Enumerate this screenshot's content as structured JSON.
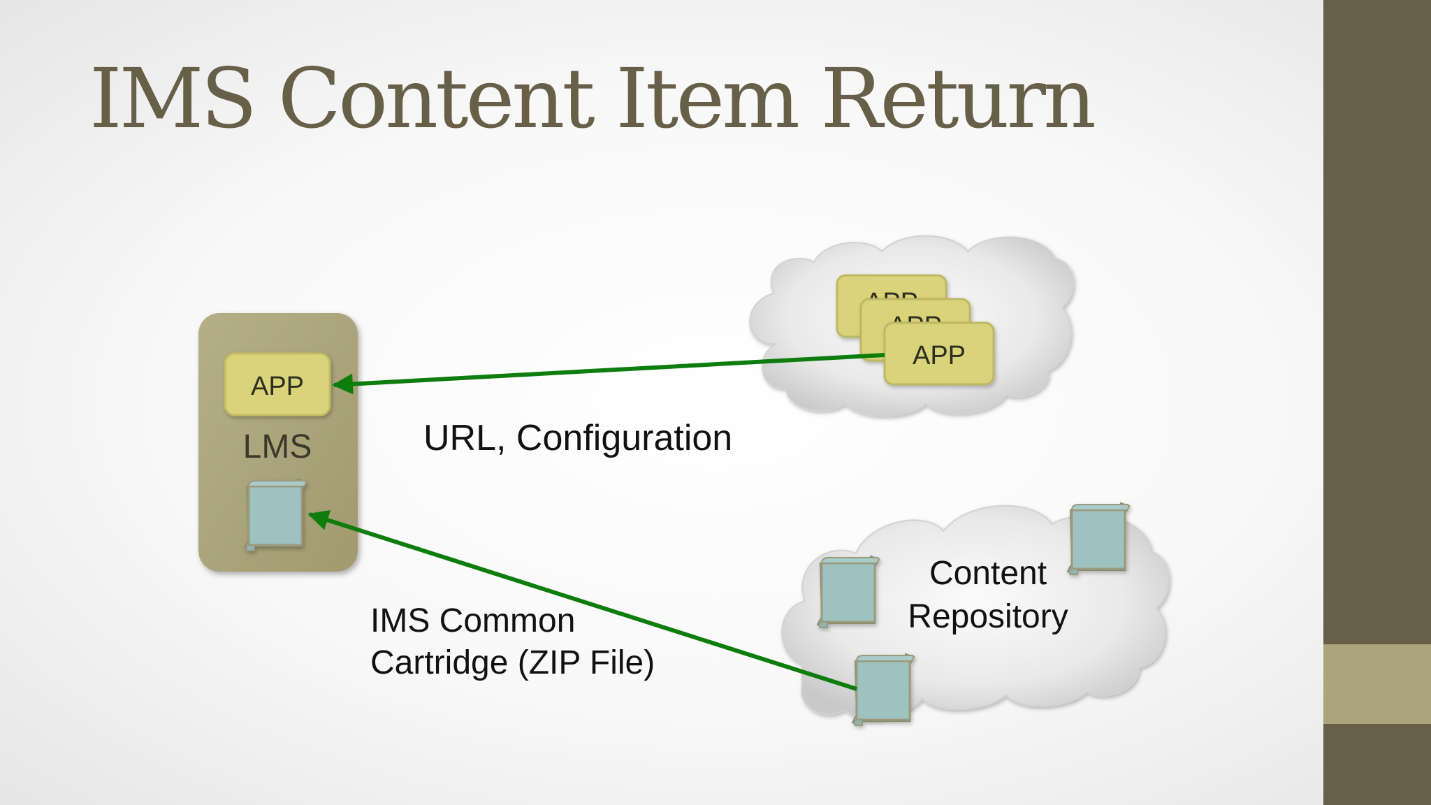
{
  "slide": {
    "title": "IMS Content Item Return",
    "colors": {
      "title": "#675f48",
      "sidebar": "#675f48",
      "sidebar_accent": "#aba47c",
      "lms_box": "#aba47c",
      "app_box": "#d9d47a",
      "document": "#9ec2c0",
      "arrow": "#0e7d0e",
      "cloud": "#d4d4d4"
    }
  },
  "diagram": {
    "lms": {
      "label": "LMS",
      "app_label": "APP"
    },
    "tool_cloud": {
      "app_labels": [
        "APP",
        "APP",
        "APP"
      ]
    },
    "repository_cloud": {
      "label_line1": "Content",
      "label_line2": "Repository"
    },
    "arrow_top": {
      "label": "URL, Configuration"
    },
    "arrow_bottom": {
      "label_line1": "IMS Common",
      "label_line2": "Cartridge (ZIP File)"
    }
  }
}
